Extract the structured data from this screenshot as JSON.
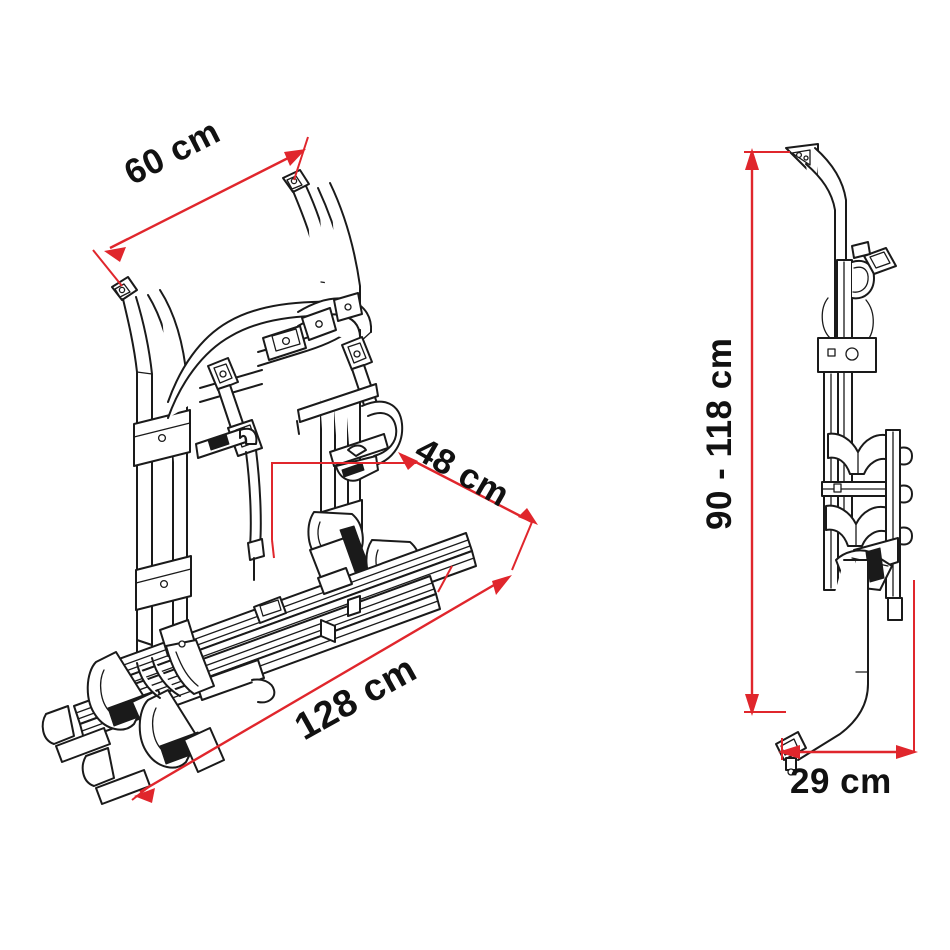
{
  "drawing": {
    "title": "Bike carrier technical dimension drawing",
    "background_color": "#ffffff",
    "line_color": "#1a1a1a",
    "dimension_color": "#e0262c",
    "views": [
      {
        "name": "front-perspective-view",
        "position": "left"
      },
      {
        "name": "side-profile-view",
        "position": "right"
      }
    ]
  },
  "dimensions": {
    "width_top": {
      "label": "60 cm",
      "value": 60,
      "unit": "cm",
      "view": "front-perspective-view",
      "orientation": "diagonal-up-right"
    },
    "depth": {
      "label": "48 cm",
      "value": 48,
      "unit": "cm",
      "view": "front-perspective-view",
      "orientation": "diagonal-down-right"
    },
    "length": {
      "label": "128 cm",
      "value": 128,
      "unit": "cm",
      "view": "front-perspective-view",
      "orientation": "diagonal-up-right"
    },
    "height_range": {
      "label": "90 - 118 cm",
      "min": 90,
      "max": 118,
      "unit": "cm",
      "view": "side-profile-view",
      "orientation": "vertical"
    },
    "side_depth": {
      "label": "29 cm",
      "value": 29,
      "unit": "cm",
      "view": "side-profile-view",
      "orientation": "horizontal"
    }
  }
}
